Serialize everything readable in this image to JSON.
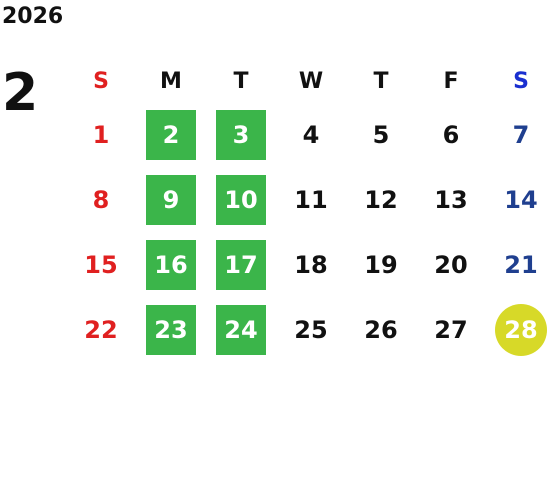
{
  "calendar": {
    "year": "2026",
    "month": "2",
    "weekdays": [
      "S",
      "M",
      "T",
      "W",
      "T",
      "F",
      "S"
    ],
    "weeks": [
      [
        "1",
        "2",
        "3",
        "4",
        "5",
        "6",
        "7"
      ],
      [
        "8",
        "9",
        "10",
        "11",
        "12",
        "13",
        "14"
      ],
      [
        "15",
        "16",
        "17",
        "18",
        "19",
        "20",
        "21"
      ],
      [
        "22",
        "23",
        "24",
        "25",
        "26",
        "27",
        "28"
      ]
    ]
  },
  "colors": {
    "sunday": "#e02020",
    "saturday_header": "#1a2fd0",
    "saturday": "#1f3f8f",
    "closed_day_fill": "#3bb54a",
    "highlight_circle": "#d7d928"
  }
}
